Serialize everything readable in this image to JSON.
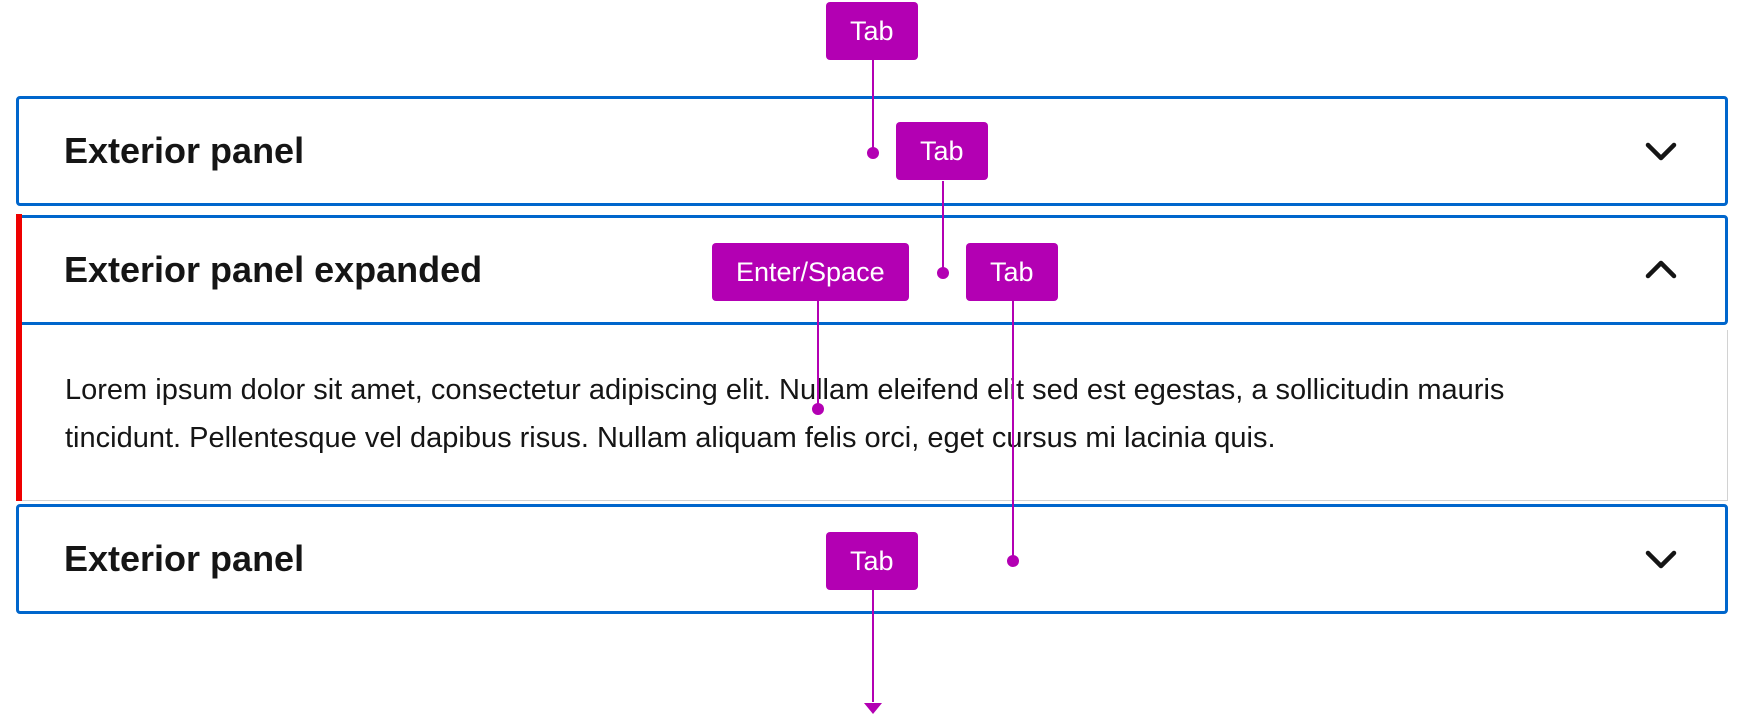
{
  "accordion": {
    "panels": [
      {
        "title": "Exterior panel",
        "expanded": false,
        "icon": "chevron-down-icon"
      },
      {
        "title": "Exterior panel expanded",
        "expanded": true,
        "icon": "chevron-up-icon",
        "body": "Lorem ipsum dolor sit amet, consectetur adipiscing elit. Nullam eleifend elit sed est egestas, a sollicitudin mauris tincidunt. Pellentesque vel dapibus risus. Nullam aliquam felis orci, eget cursus mi lacinia quis."
      },
      {
        "title": "Exterior panel",
        "expanded": false,
        "icon": "chevron-down-icon"
      }
    ]
  },
  "annotations": {
    "keys": [
      "Tab",
      "Tab",
      "Enter/Space",
      "Tab",
      "Tab"
    ]
  },
  "colors": {
    "focus_border": "#0066cc",
    "expanded_accent": "#ee0000",
    "annotation": "#b300b3",
    "text": "#151515"
  }
}
